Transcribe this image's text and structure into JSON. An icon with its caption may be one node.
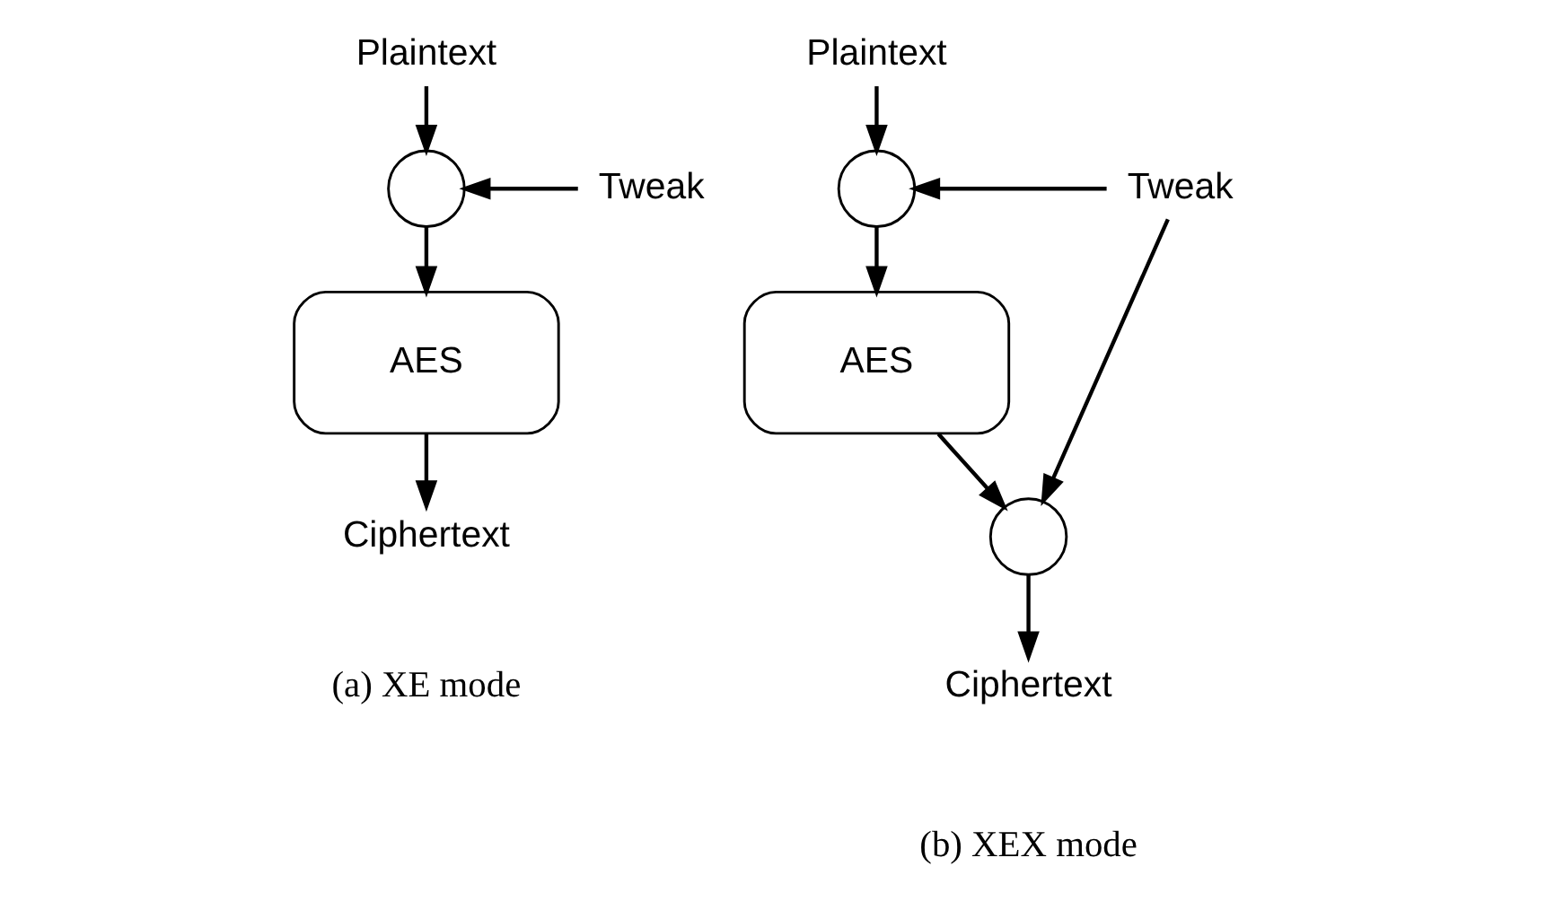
{
  "diagram": {
    "nodes": [
      {
        "text": [
          "Plaintext"
        ]
      },
      {
        "text": [],
        "shape": "circle"
      },
      {
        "text": [
          "Tweak"
        ]
      },
      {
        "text": [
          "AES"
        ]
      },
      {
        "text": [
          "Ciphertext"
        ]
      },
      {
        "text": [
          "Plaintext"
        ]
      },
      {
        "text": [],
        "shape": "circle"
      },
      {
        "text": [
          "Tweak"
        ]
      },
      {
        "text": [
          "AES"
        ]
      },
      {
        "text": [],
        "shape": "circle"
      },
      {
        "text": [
          "Ciphertext"
        ]
      }
    ],
    "edges": [
      {
        "from": 0,
        "to": 1,
        "arrow": "to"
      },
      {
        "from": 2,
        "to": 1,
        "arrow": "to"
      },
      {
        "from": 1,
        "to": 3,
        "arrow": "to"
      },
      {
        "from": 3,
        "to": 4,
        "arrow": "to"
      },
      {
        "from": 5,
        "to": 6,
        "arrow": "to"
      },
      {
        "from": 7,
        "to": 6,
        "arrow": "to"
      },
      {
        "from": 6,
        "to": 8,
        "arrow": "to"
      },
      {
        "from": 8,
        "to": 9,
        "arrow": "to"
      },
      {
        "from": 7,
        "to": 9,
        "arrow": "to"
      },
      {
        "from": 9,
        "to": 10,
        "arrow": "to"
      }
    ],
    "labels": [
      "(a) XE mode",
      "(b) XEX mode"
    ]
  }
}
